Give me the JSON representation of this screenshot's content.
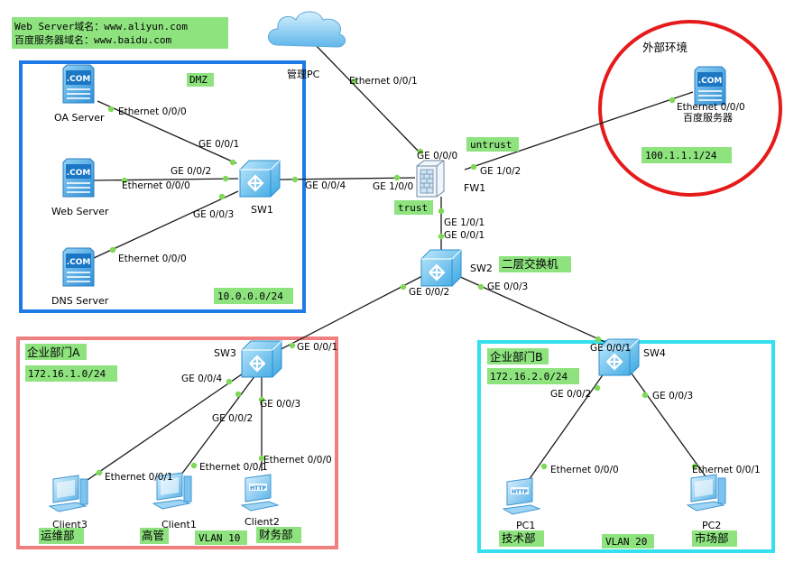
{
  "domains": {
    "web": "Web Server域名：www.aliyun.com",
    "baidu": "百度服务器域名：www.baidu.com"
  },
  "zones": {
    "dmz": {
      "label": "DMZ",
      "subnet": "10.0.0.0/24",
      "color": "#1e7ae6"
    },
    "ext": {
      "label": "外部环境",
      "subnet": "100.1.1.1/24",
      "color": "#e61a1a"
    },
    "deptA": {
      "label": "企业部门A",
      "subnet": "172.16.1.0/24",
      "vlan": "VLAN 10",
      "color": "#f08080"
    },
    "deptB": {
      "label": "企业部门B",
      "subnet": "172.16.2.0/24",
      "vlan": "VLAN 20",
      "color": "#33e0f0"
    }
  },
  "zone_tags": {
    "untrust": "untrust",
    "trust": "trust",
    "sw2_note": "二层交换机"
  },
  "devices": {
    "cloud": "管理PC",
    "oa": "OA Server",
    "web": "Web Server",
    "dns": "DNS Server",
    "sw1": "SW1",
    "fw1": "FW1",
    "baidu": "百度服务器",
    "sw2": "SW2",
    "sw3": "SW3",
    "sw4": "SW4",
    "client3": "Client3",
    "client1": "Client1",
    "client2": "Client2",
    "pc1": "PC1",
    "pc2": "PC2"
  },
  "roles": {
    "client3": "运维部",
    "client1": "高管",
    "client2": "财务部",
    "pc1": "技术部",
    "pc2": "市场部"
  },
  "ports": {
    "cloud_eth": "Ethernet 0/0/1",
    "fw_ge000": "GE 0/0/0",
    "oa_eth": "Ethernet 0/0/0",
    "sw1_ge001": "GE 0/0/1",
    "sw1_ge002": "GE 0/0/2",
    "web_eth": "Ethernet 0/0/0",
    "sw1_ge003": "GE 0/0/3",
    "dns_eth": "Ethernet 0/0/0",
    "sw1_ge004": "GE 0/0/4",
    "fw_ge100": "GE 1/0/0",
    "fw_ge102": "GE 1/0/2",
    "baidu_eth": "Ethernet 0/0/0",
    "fw_ge101": "GE 1/0/1",
    "sw2_ge001": "GE 0/0/1",
    "sw2_ge002": "GE 0/0/2",
    "sw2_ge003": "GE 0/0/3",
    "sw3_ge001": "GE 0/0/1",
    "sw3_ge004": "GE 0/0/4",
    "sw3_ge002": "GE 0/0/2",
    "sw3_ge003": "GE 0/0/3",
    "client3_eth": "Ethernet 0/0/1",
    "client1_eth": "Ethernet 0/0/1",
    "client2_eth": "Ethernet 0/0/0",
    "sw4_ge001": "GE 0/0/1",
    "sw4_ge002": "GE 0/0/2",
    "sw4_ge003": "GE 0/0/3",
    "pc1_eth": "Ethernet 0/0/0",
    "pc2_eth": "Ethernet 0/0/1"
  },
  "icons": {
    "server": "com-server-icon",
    "switch": "switch-icon",
    "firewall": "firewall-icon",
    "cloud": "cloud-icon",
    "client": "workstation-icon",
    "http_pc": "http-pc-icon"
  }
}
